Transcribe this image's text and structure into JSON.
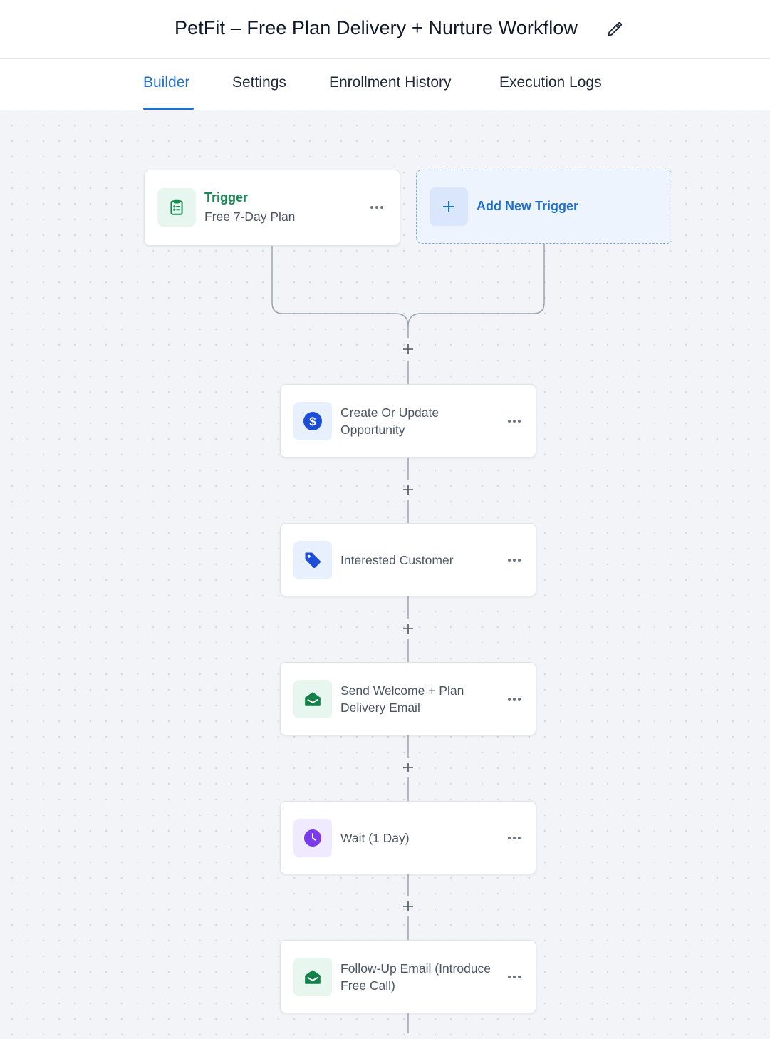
{
  "workflow": {
    "title": "PetFit – Free Plan Delivery + Nurture Workflow"
  },
  "tabs": [
    {
      "label": "Builder",
      "active": true
    },
    {
      "label": "Settings",
      "active": false
    },
    {
      "label": "Enrollment History",
      "active": false
    },
    {
      "label": "Execution Logs",
      "active": false
    }
  ],
  "trigger": {
    "title": "Trigger",
    "subtitle": "Free 7-Day Plan",
    "icon": "clipboard-icon"
  },
  "add_trigger": {
    "label": "Add New Trigger"
  },
  "actions": [
    {
      "lines": [
        "Create Or Update",
        "Opportunity"
      ],
      "icon": "dollar-icon"
    },
    {
      "lines": [
        "Interested Customer"
      ],
      "icon": "tag-icon"
    },
    {
      "lines": [
        "Send Welcome + Plan",
        "Delivery Email"
      ],
      "icon": "mail-open-icon"
    },
    {
      "lines": [
        "Wait (1 Day)"
      ],
      "icon": "clock-icon"
    },
    {
      "lines": [
        "Follow-Up Email (Introduce",
        "Free Call)"
      ],
      "icon": "mail-open-icon"
    }
  ],
  "colors": {
    "accent": "#1d6fd1",
    "trigger_green": "#1a8a55",
    "email_green": "#14804a",
    "wait_purple": "#7c3aed",
    "action_blue": "#1d4ed8"
  }
}
